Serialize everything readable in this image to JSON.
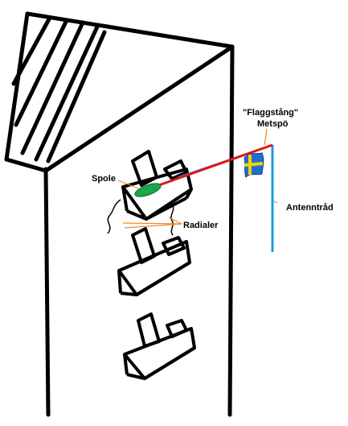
{
  "labels": {
    "flagpole_quote": "\"Flaggstång\"",
    "fishing_rod": "Metspö",
    "coil": "Spole",
    "radials": "Radialer",
    "antenna_wire": "Antenntråd"
  },
  "colors": {
    "outline": "#000000",
    "antenna_wire": "#1a9ad6",
    "rod": "#e0141a",
    "coil": "#1aa64a",
    "radials": "#f08a24",
    "flag_blue": "#1f6fd0",
    "flag_yellow": "#f5d20a"
  }
}
